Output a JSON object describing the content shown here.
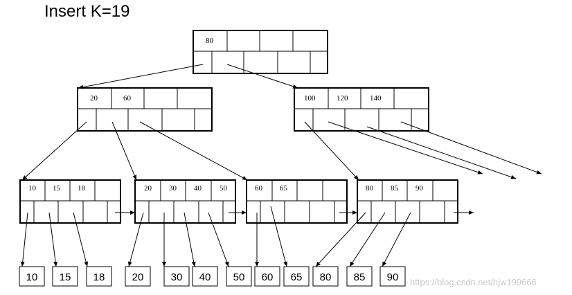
{
  "title": "Insert K=19",
  "watermark": "https://blog.csdn.net/hjw199666",
  "root": {
    "keys": [
      "80",
      "",
      "",
      ""
    ]
  },
  "internal": [
    {
      "keys": [
        "20",
        "60",
        "",
        ""
      ]
    },
    {
      "keys": [
        "100",
        "120",
        "140",
        ""
      ]
    }
  ],
  "leaves": [
    {
      "keys": [
        "10",
        "15",
        "18",
        ""
      ]
    },
    {
      "keys": [
        "20",
        "30",
        "40",
        "50"
      ]
    },
    {
      "keys": [
        "60",
        "65",
        "",
        ""
      ]
    },
    {
      "keys": [
        "80",
        "85",
        "90",
        ""
      ]
    }
  ],
  "records": [
    "10",
    "15",
    "18",
    "20",
    "30",
    "40",
    "50",
    "60",
    "65",
    "80",
    "85",
    "90"
  ]
}
